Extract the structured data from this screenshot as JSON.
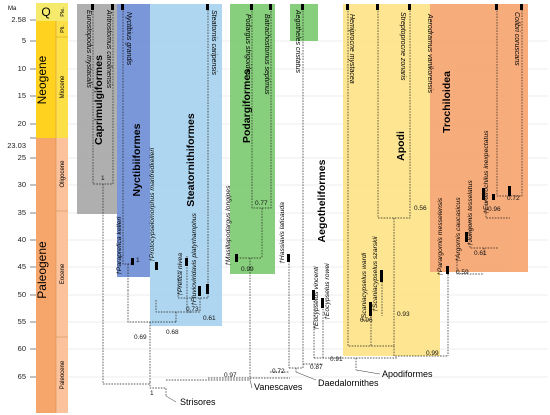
{
  "axis": {
    "unit": "Ma",
    "ticks": [
      "2.58",
      "5",
      "10",
      "15",
      "20",
      "23.03",
      "25",
      "30",
      "35",
      "40",
      "45",
      "50",
      "55",
      "60",
      "65"
    ]
  },
  "periods": {
    "quaternary": "Q",
    "neogene": "Neogene",
    "paleogene": "Paleogene"
  },
  "epochs": {
    "pleistocene": "Ple.",
    "pliocene": "Pli.",
    "miocene": "Miocene",
    "oligocene": "Oligocene",
    "eocene": "Eocene",
    "paleocene": "Paleocene"
  },
  "clades": {
    "caprimulgiformes": "Caprimulgiformes",
    "nyctibiiformes": "Nyctibiiformes",
    "steatornithiformes": "Steatornithiformes",
    "podargiformes": "Podargiformes",
    "aegotheliformes": "Aegotheliformes",
    "apodi": "Apodi",
    "trochiloidea": "Trochiloidea"
  },
  "extant_taxa": {
    "eurostopodus": "Eurostopodus mystacalis",
    "antrostomus": "Antrostomus carolinensis",
    "nyctibius": "Nyctibius grandis",
    "steatornis": "Steatornis caripensis",
    "podargus": "Podargus strigoides",
    "batrachostomus": "Batrachostomus septimus",
    "aegotheles": "Aegotheles cristatus",
    "hemiprocne": "Hemiprocne mystacea",
    "streptoprocne": "Streptoprocne zonaris",
    "aerodramus": "Aerodramus vanikorensis",
    "colibri": "Colibri coruscans"
  },
  "fossil_taxa": {
    "paraprefica": "†Paraprefica kelleri",
    "protocypselomorphus": "†Protocypselomorphus manfredkelleri",
    "prefica": "†Prefica nivea",
    "fluvioviridavis": "†Fluvioviridavis platyrhamphus",
    "masillapodargus": "†Masillapodargus longipes",
    "hassiavis": "†Hassiavis laticauda",
    "eocypselus_vincenti": "†Eocypselus vincenti",
    "eocypselus_rowei": "†Eocypselus rowei",
    "scaniacypselus_wardi": "†Scaniacypselus wardi",
    "scaniacypselus_szarskii": "†Scaniacypselus szarskii",
    "parargornis": "†Parargornis messelensis",
    "argornis": "†Argornis caucasicus",
    "jungornis": "†Jungornis tesselatus",
    "eurotrochilus": "†Eurotrochilus inexpectatus"
  },
  "support_values": {
    "cap": "1",
    "nyct_pp": "1",
    "steat": "0.73",
    "steat_fluvio": "0.61",
    "steat_proto": "0.68",
    "nyct_steat": "0.69",
    "podarg": "0.77",
    "podarg_masilla": "0.99",
    "strisores": "1",
    "vanescaves": "0.97",
    "daedal": "0.72",
    "aegoth": "0.87",
    "apodi_root": "0.91",
    "apodiformes": "0.99",
    "apodi_crown": "0.56",
    "scania_wardi": "0.96",
    "scania_szarskii": "0.93",
    "troch_crown": "0.72",
    "jungornis": "0.96",
    "argornis": "0.61",
    "parargornis": "0.59"
  },
  "node_labels": {
    "strisores": "Strisores",
    "vanescaves": "Vanescaves",
    "daedalornithes": "Daedalornithes",
    "apodiformes": "Apodiformes"
  },
  "colors": {
    "quaternary": "#f5ea6c",
    "neogene": "#ffd21f",
    "neogene_epoch": "#fde047",
    "paleogene": "#f7a66b",
    "paleogene_epoch": "#fbc29c",
    "caprimulgiformes": "#a9a9a9",
    "nyctibiiformes": "#6f8fd6",
    "steatornithiformes": "#a9d3ef",
    "podargiformes": "#7ecb72",
    "aegotheliformes": "#7ecb72",
    "apodi": "#fde388",
    "trochiloidea": "#f7a570"
  }
}
